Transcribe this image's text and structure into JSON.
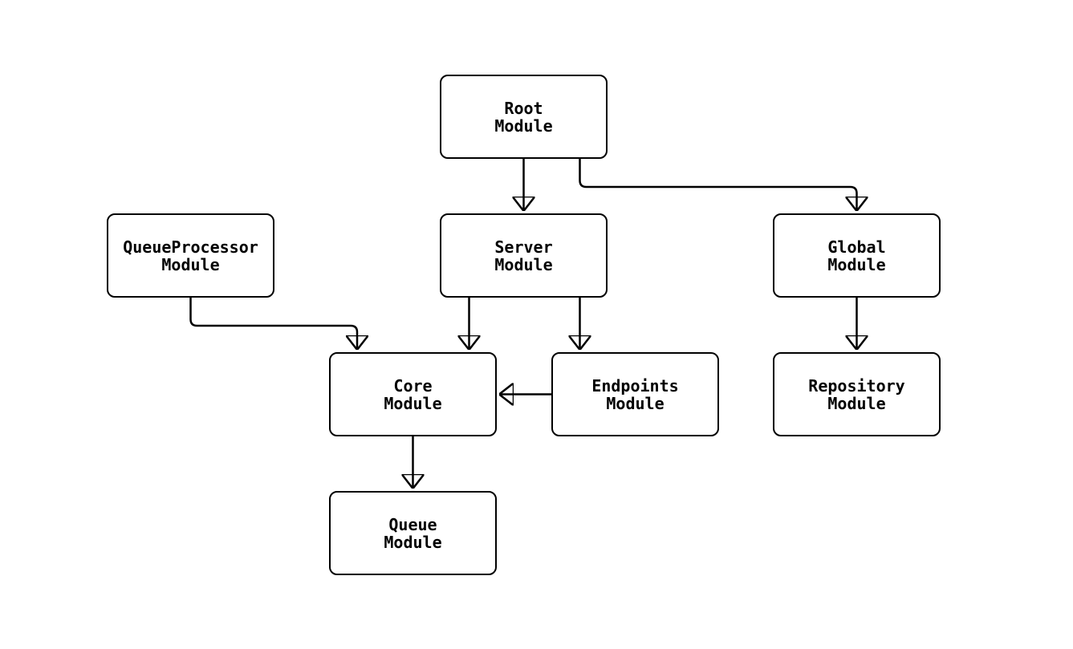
{
  "diagram": {
    "type": "flowchart",
    "direction": "top-down",
    "colors": {
      "background": "#ffffff",
      "node_fill": "#ffffff",
      "node_border": "#000000",
      "edge": "#000000",
      "text": "#000000"
    },
    "nodes": {
      "root": {
        "line1": "Root",
        "line2": "Module"
      },
      "queueProcessor": {
        "line1": "QueueProcessor",
        "line2": "Module"
      },
      "server": {
        "line1": "Server",
        "line2": "Module"
      },
      "global": {
        "line1": "Global",
        "line2": "Module"
      },
      "core": {
        "line1": "Core",
        "line2": "Module"
      },
      "endpoints": {
        "line1": "Endpoints",
        "line2": "Module"
      },
      "repository": {
        "line1": "Repository",
        "line2": "Module"
      },
      "queue": {
        "line1": "Queue",
        "line2": "Module"
      }
    },
    "edges": [
      {
        "from": "Root Module",
        "to": "Server Module"
      },
      {
        "from": "Root Module",
        "to": "Global Module"
      },
      {
        "from": "QueueProcessor Module",
        "to": "Core Module"
      },
      {
        "from": "Server Module",
        "to": "Core Module"
      },
      {
        "from": "Server Module",
        "to": "Endpoints Module"
      },
      {
        "from": "Endpoints Module",
        "to": "Core Module"
      },
      {
        "from": "Global Module",
        "to": "Repository Module"
      },
      {
        "from": "Core Module",
        "to": "Queue Module"
      }
    ]
  }
}
